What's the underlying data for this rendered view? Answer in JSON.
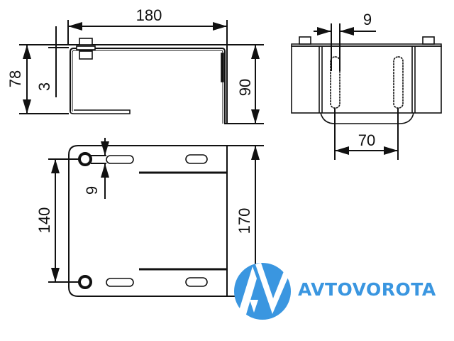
{
  "dimensions": {
    "top_width": "180",
    "top_height_left": "78",
    "top_thickness": "3",
    "top_height_right": "90",
    "side_slot_width": "9",
    "side_slot_spacing": "70",
    "plan_hole_spacing": "140",
    "plan_slot_width": "9",
    "plan_height": "170"
  },
  "logo": {
    "text": "AVTOVOROTA",
    "color": "#3a96e0"
  }
}
